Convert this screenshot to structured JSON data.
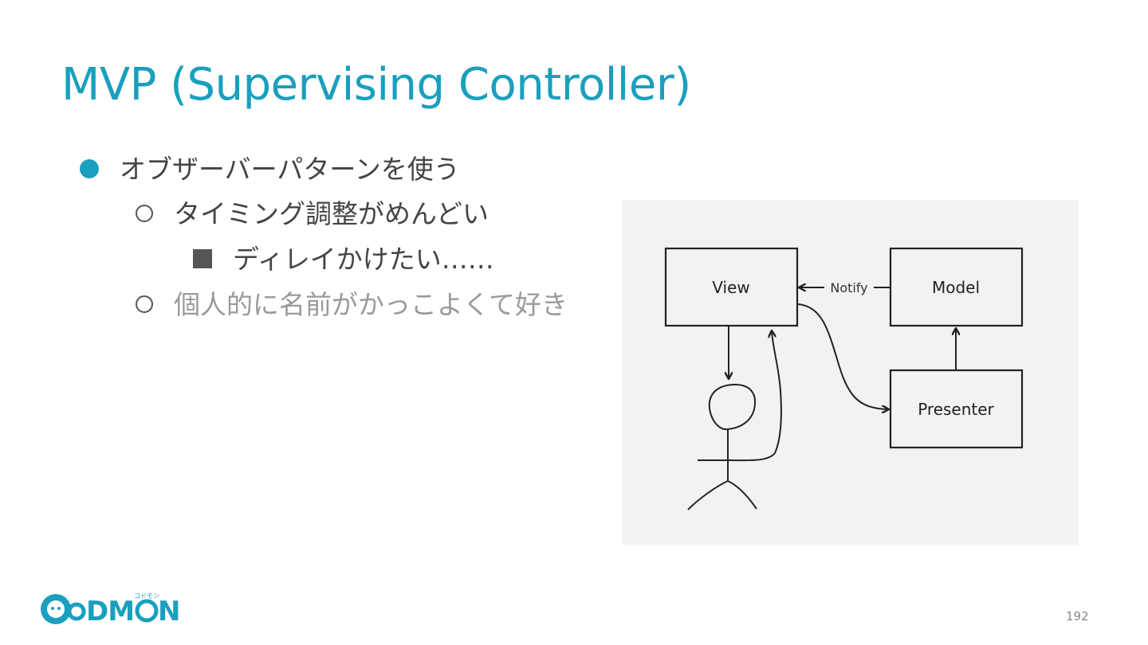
{
  "slide": {
    "title": "MVP (Supervising Controller)",
    "bullets": [
      {
        "level": 1,
        "text": "オブザーバーパターンを使う"
      },
      {
        "level": 2,
        "text": "タイミング調整がめんどい"
      },
      {
        "level": 3,
        "text": "ディレイかけたい……"
      },
      {
        "level": 2,
        "text": "個人的に名前がかっこよくて好き"
      }
    ],
    "page_number": "192",
    "logo_text": "CODMON",
    "logo_kana": "コドモン"
  },
  "diagram": {
    "boxes": {
      "view": "View",
      "model": "Model",
      "presenter": "Presenter"
    },
    "edge_label_notify": "Notify"
  },
  "colors": {
    "accent": "#1a9fbe",
    "text": "#444444",
    "muted": "#9a9a9a",
    "diagram_bg": "#f2f2f2"
  }
}
